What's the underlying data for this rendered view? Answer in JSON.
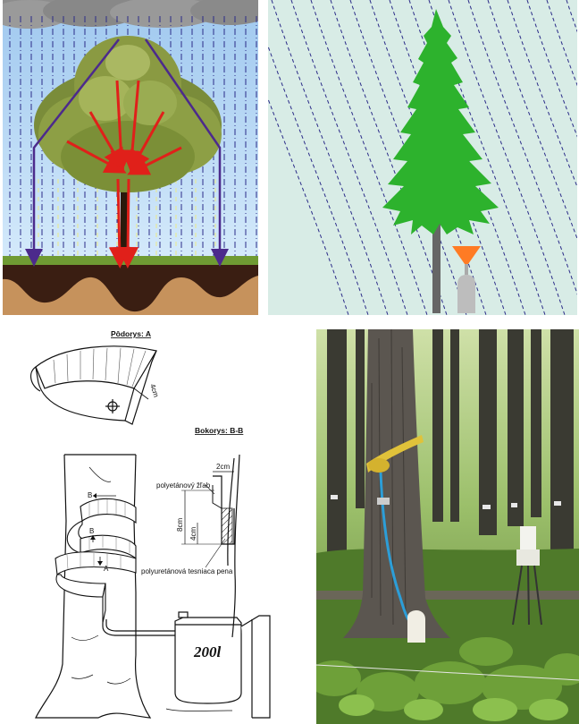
{
  "panels": {
    "rain_interception": {
      "colors": {
        "sky": "#bcdcf6",
        "cloud": "#8d8d8d",
        "grass": "#6f9b33",
        "soil": "#c6925c",
        "arrow_red": "#e0201a",
        "arrow_purple": "#4c2a8c"
      }
    },
    "spruce_collector": {
      "colors": {
        "background": "#d8ece6",
        "tree": "#2db22d",
        "funnel": "#ff7b24",
        "bottle": "#bdbdbd"
      }
    },
    "drawing": {
      "plan_title": "Pôdorys: A",
      "side_title": "Bokorys: B-B",
      "dim_4cm": "4cm",
      "dim_2cm": "2cm",
      "dim_8cm": "8cm",
      "dim_4cm_side": "4cm",
      "label_gutter": "polyetánový žľab",
      "label_foam": "polyuretánová tesniaca pena",
      "marker_b": "B",
      "marker_a": "A",
      "barrel_label": "200l"
    },
    "photo": {
      "colors": {
        "rope": "#e0c23a",
        "hose": "#2c9ed8"
      }
    }
  }
}
